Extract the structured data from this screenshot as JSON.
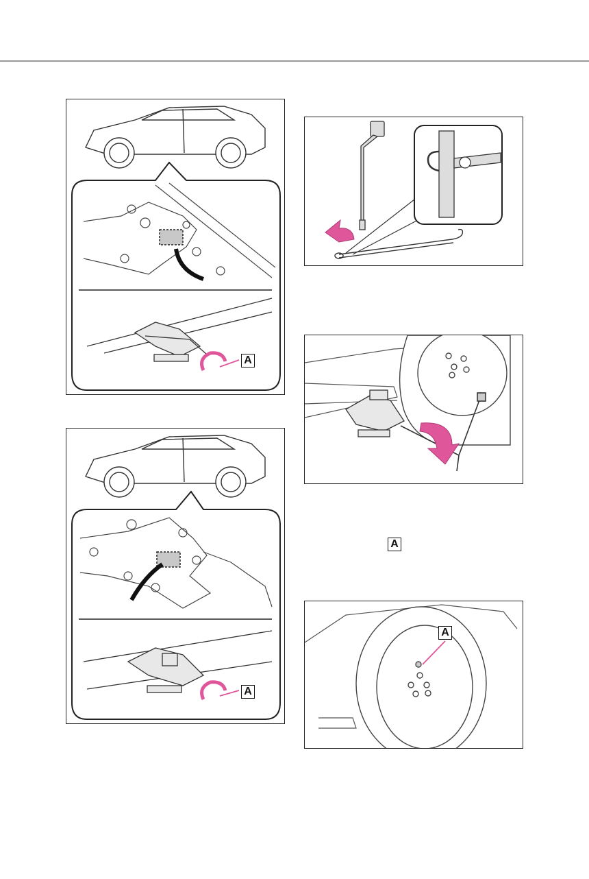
{
  "figures": {
    "jack_point_front": {
      "callout": "A"
    },
    "jack_point_rear": {
      "callout": "A"
    },
    "handle_assembly": {},
    "jack_raise": {},
    "wheel_nut": {
      "callout": "A"
    }
  },
  "inline_callout": "A",
  "colors": {
    "accent": "#e0569a",
    "line": "#2a2a2a"
  }
}
